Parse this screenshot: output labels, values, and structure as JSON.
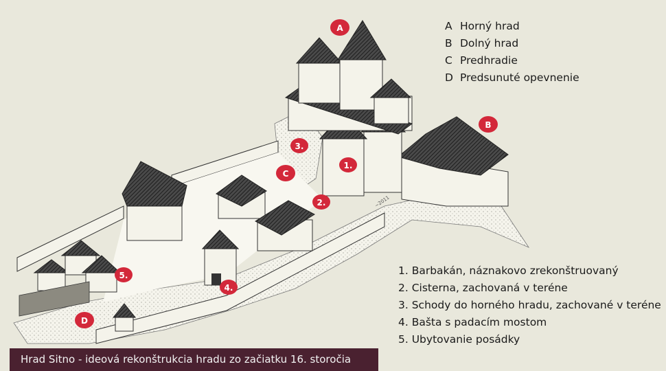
{
  "legend_letters": [
    {
      "key": "A",
      "label": "Horný hrad"
    },
    {
      "key": "B",
      "label": "Dolný hrad"
    },
    {
      "key": "C",
      "label": "Predhradie"
    },
    {
      "key": "D",
      "label": "Predsunuté opevnenie"
    }
  ],
  "legend_numbers": [
    "1. Barbakán, náznakovo zrekonštruovaný",
    "2. Cisterna, zachovaná v teréne",
    "3. Schody do horného hradu, zachované v teréne",
    "4. Bašta s padacím mostom",
    "5. Ubytovanie posádky"
  ],
  "markers": {
    "A": "A",
    "B": "B",
    "C": "C",
    "D": "D",
    "m1": "1.",
    "m2": "2.",
    "m3": "3.",
    "m4": "4.",
    "m5": "5."
  },
  "caption": "Hrad Sitno - ideová rekonštrukcia hradu zo začiatku 16. storočia",
  "colors": {
    "background": "#e9e8dc",
    "marker": "#d3283a",
    "caption_bg": "#4a2130",
    "roof": "#3b3b3b",
    "wall": "#f4f3ea"
  }
}
